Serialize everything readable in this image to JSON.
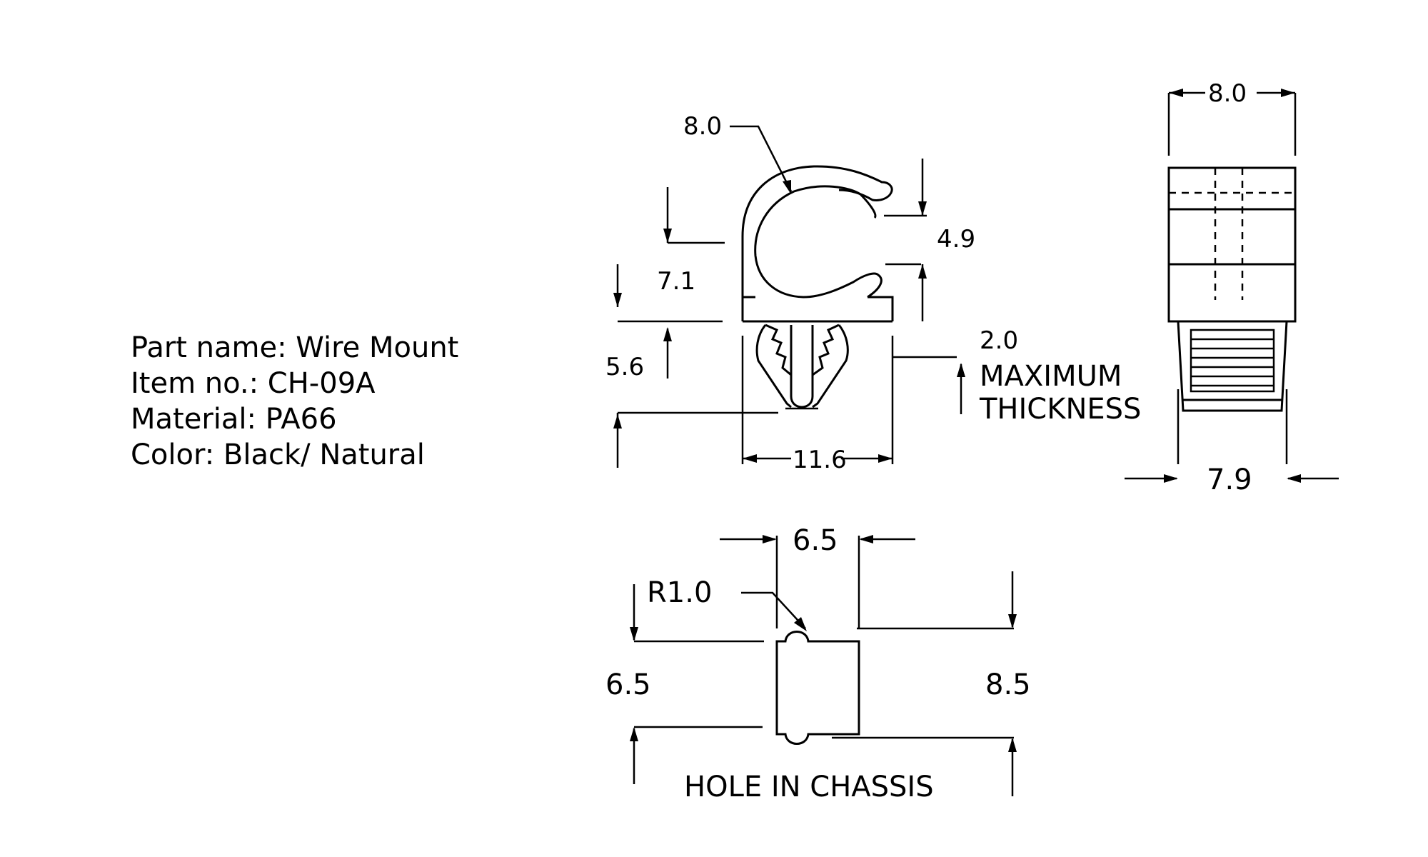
{
  "part_info": {
    "part_name": "Part name: Wire Mount",
    "item_no": "Item no.: CH-09A",
    "material": "Material: PA66",
    "color": "Color: Black/ Natural"
  },
  "dimensions": {
    "front_clip_diameter": "8.0",
    "front_opening": "4.9",
    "front_height": "7.1",
    "front_leg_height": "5.6",
    "front_base_width": "11.6",
    "max_thickness_value": "2.0",
    "max_thickness_line1": "MAXIMUM",
    "max_thickness_line2": "THICKNESS",
    "side_width_top": "8.0",
    "side_width_bottom": "7.9",
    "hole_width": "6.5",
    "hole_radius": "R1.0",
    "hole_height_left": "6.5",
    "hole_height_right": "8.5",
    "hole_caption": "HOLE IN CHASSIS"
  }
}
